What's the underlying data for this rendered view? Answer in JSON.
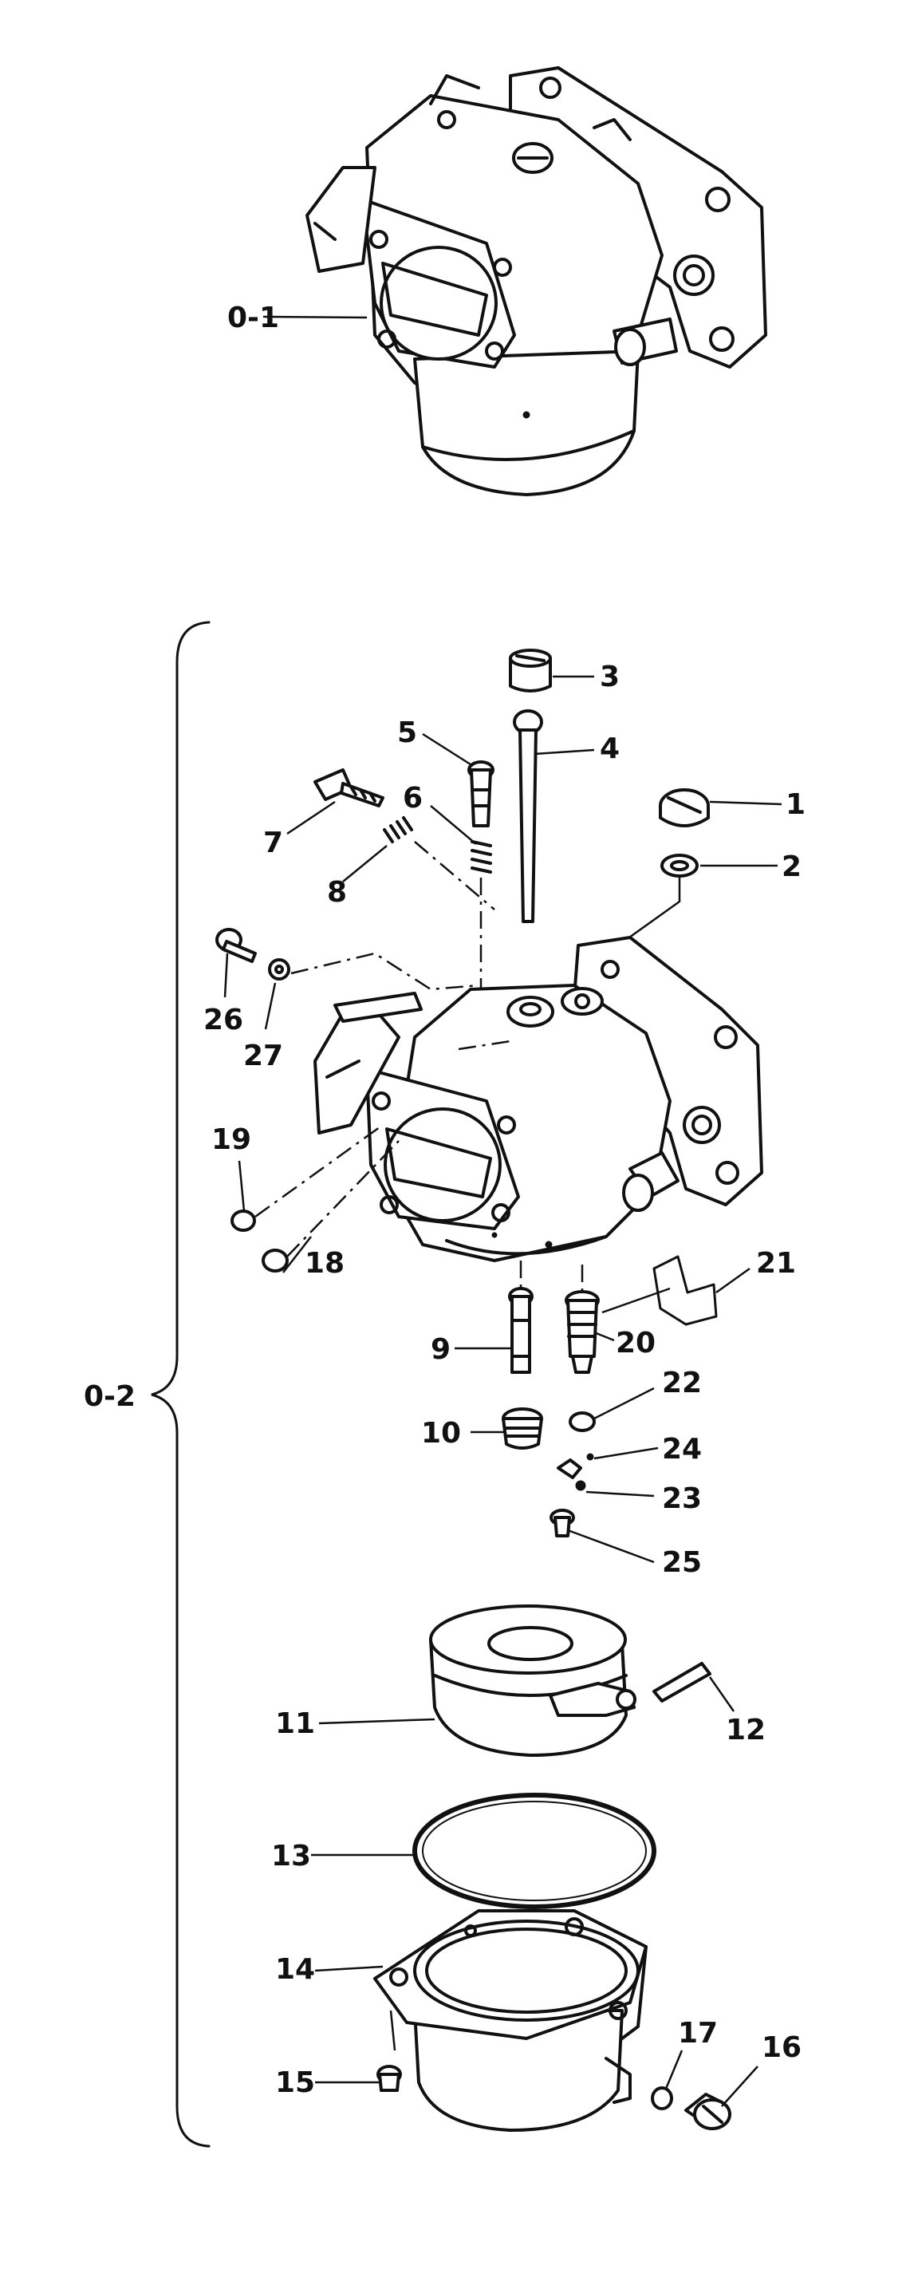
{
  "labels": {
    "assembly_1": "0-1",
    "assembly_2": "0-2",
    "p1": "1",
    "p2": "2",
    "p3": "3",
    "p4": "4",
    "p5": "5",
    "p6": "6",
    "p7": "7",
    "p8": "8",
    "p9": "9",
    "p10": "10",
    "p11": "11",
    "p12": "12",
    "p13": "13",
    "p14": "14",
    "p15": "15",
    "p16": "16",
    "p17": "17",
    "p18": "18",
    "p19": "19",
    "p20": "20",
    "p21": "21",
    "p22": "22",
    "p23": "23",
    "p24": "24",
    "p25": "25",
    "p26": "26",
    "p27": "27"
  },
  "colors": {
    "ink": "#111111",
    "background": "#ffffff"
  }
}
